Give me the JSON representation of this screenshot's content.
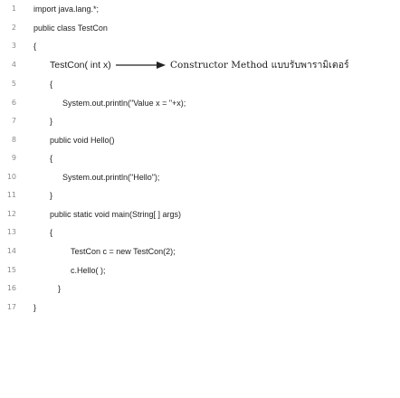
{
  "lines": [
    {
      "num": "1",
      "text": "import java.lang.*;"
    },
    {
      "num": "2",
      "text": "public class TestCon"
    },
    {
      "num": "3",
      "text": "{"
    },
    {
      "num": "4",
      "text": "TestCon( int x)"
    },
    {
      "num": "5",
      "text": "{"
    },
    {
      "num": "6",
      "text": "System.out.println(\"Value x = \"+x);"
    },
    {
      "num": "7",
      "text": "}"
    },
    {
      "num": "8",
      "text": "public void Hello()"
    },
    {
      "num": "9",
      "text": "{"
    },
    {
      "num": "10",
      "text": "System.out.println(\"Hello\");"
    },
    {
      "num": "11",
      "text": "}"
    },
    {
      "num": "12",
      "text": "public static void main(String[ ] args)"
    },
    {
      "num": "13",
      "text": "{"
    },
    {
      "num": "14",
      "text": "TestCon c = new TestCon(2);"
    },
    {
      "num": "15",
      "text": "c.Hello( );"
    },
    {
      "num": "16",
      "text": "}"
    },
    {
      "num": "17",
      "text": "}"
    }
  ],
  "annotation": {
    "text": "Constructor Method แบบรับพารามิเตอร์",
    "arrow_icon": "right-arrow-icon"
  }
}
